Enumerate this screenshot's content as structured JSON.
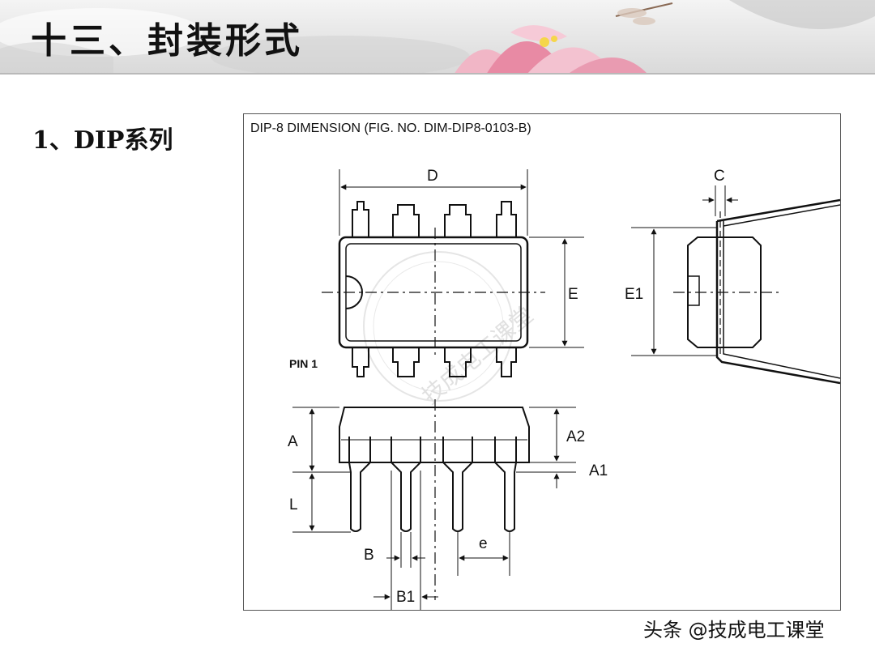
{
  "header": {
    "title": "十三、封装形式"
  },
  "section": {
    "subtitle": "1、DIP系列"
  },
  "figure": {
    "caption": "DIP-8 DIMENSION (FIG. NO. DIM-DIP8-0103-B)",
    "labels": {
      "D": "D",
      "E": "E",
      "E1": "E1",
      "C": "C",
      "pin1": "PIN 1",
      "A": "A",
      "A2": "A2",
      "A1": "A1",
      "L": "L",
      "B": "B",
      "B1": "B1",
      "e": "e"
    },
    "stamp_text": "技成电工课堂"
  },
  "watermark": {
    "text": "头条 @技成电工课堂"
  }
}
